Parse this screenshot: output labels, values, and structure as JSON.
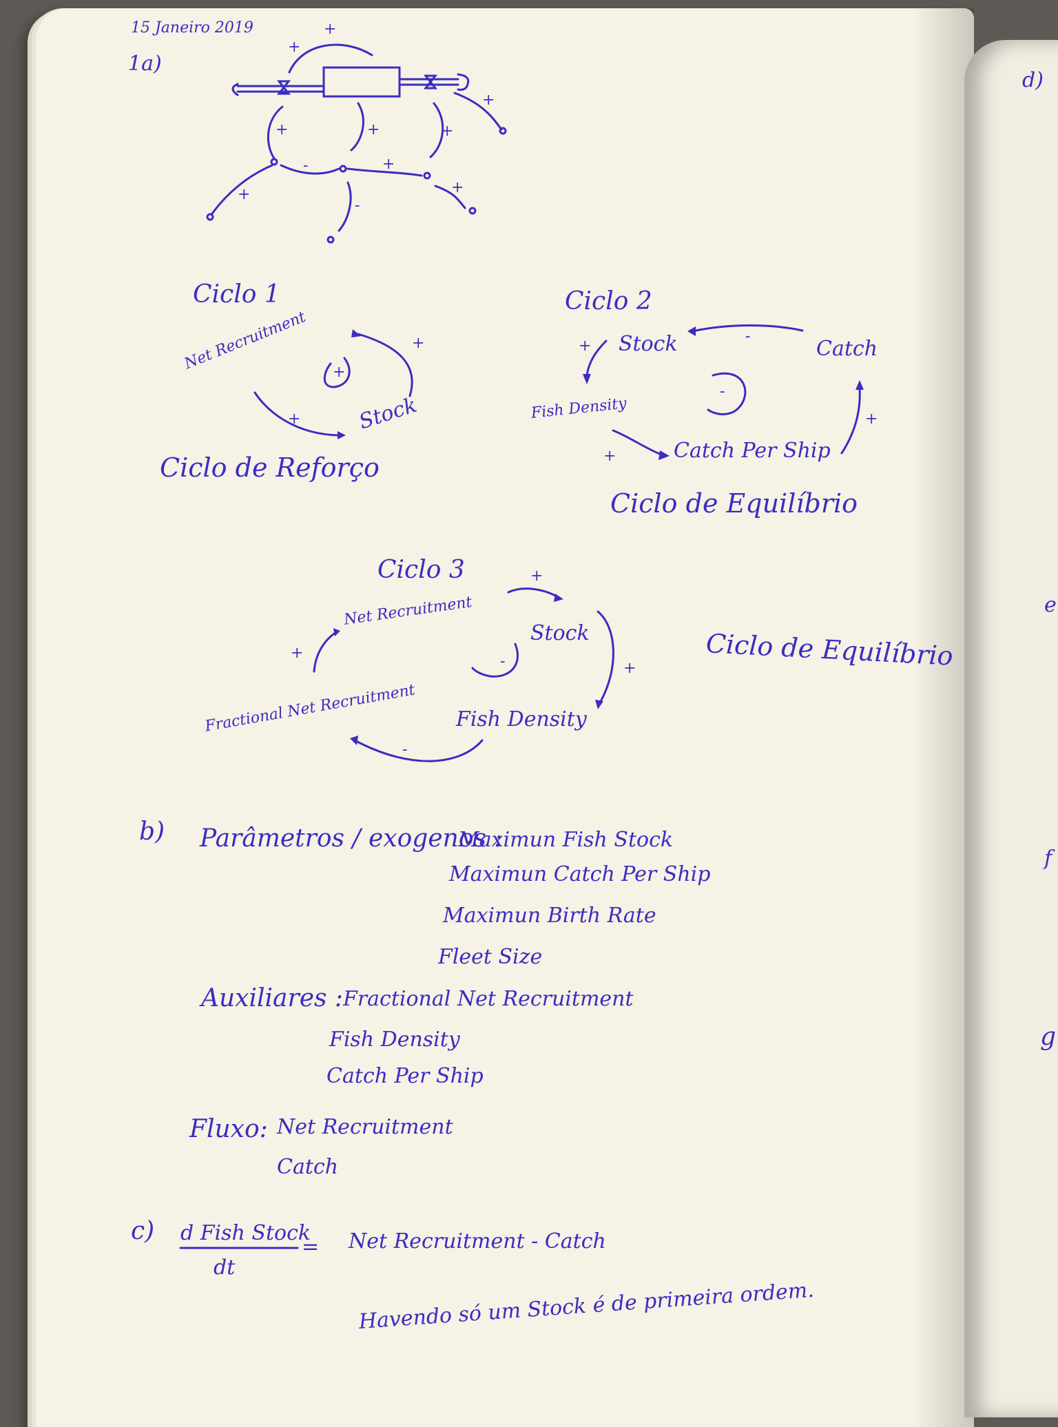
{
  "header": {
    "date": "15 Janeiro 2019",
    "part_a": "1a)"
  },
  "diagram_top": {
    "signs": [
      "+",
      "+",
      "+",
      "+",
      "+",
      "-",
      "+",
      "+",
      "+",
      "-",
      "+"
    ]
  },
  "ciclo1": {
    "title": "Ciclo 1",
    "net_recruitment": "Net Recruitment",
    "stock": "Stock",
    "loop_sign": "+",
    "arrow_sign_top": "+",
    "arrow_sign_bottom": "+",
    "type": "Ciclo de Reforço"
  },
  "ciclo2": {
    "title": "Ciclo 2",
    "stock": "Stock",
    "catch": "Catch",
    "fish_density": "Fish Density",
    "catch_per_ship": "Catch Per Ship",
    "loop_sign": "-",
    "sign_stock_catch": "-",
    "sign_stock_density": "+",
    "sign_density_cps": "+",
    "sign_cps_catch": "+",
    "type": "Ciclo de Equilíbrio"
  },
  "ciclo3": {
    "title": "Ciclo 3",
    "net_recruitment": "Net Recruitment",
    "stock": "Stock",
    "fractional": "Fractional Net Recruitment",
    "fish_density": "Fish Density",
    "loop_sign": "-",
    "sign_top": "+",
    "sign_right": "+",
    "sign_bottom": "-",
    "sign_left": "+",
    "type": "Ciclo de Equilíbrio"
  },
  "part_b": {
    "label": "b)",
    "parametros_label": "Parâmetros / exogenos :",
    "parametros": [
      "Maximun Fish Stock",
      "Maximun Catch Per Ship",
      "Maximun Birth Rate",
      "Fleet Size"
    ],
    "auxiliares_label": "Auxiliares :",
    "auxiliares": [
      "Fractional Net Recruitment",
      "Fish Density",
      "Catch Per Ship"
    ],
    "fluxo_label": "Fluxo:",
    "fluxo": [
      "Net Recruitment",
      "Catch"
    ]
  },
  "part_c": {
    "label": "c)",
    "numerator": "d Fish Stock",
    "denominator": "dt",
    "equals": "=",
    "rhs": "Net Recruitment - Catch",
    "note": "Havendo só um Stock é de primeira ordem."
  },
  "right_margin": {
    "d": "d)",
    "e": "e",
    "f": "f",
    "g": "g"
  },
  "colors": {
    "ink": "#3b2cc2",
    "paper": "#f6f2e6",
    "background": "#5d5a55"
  }
}
